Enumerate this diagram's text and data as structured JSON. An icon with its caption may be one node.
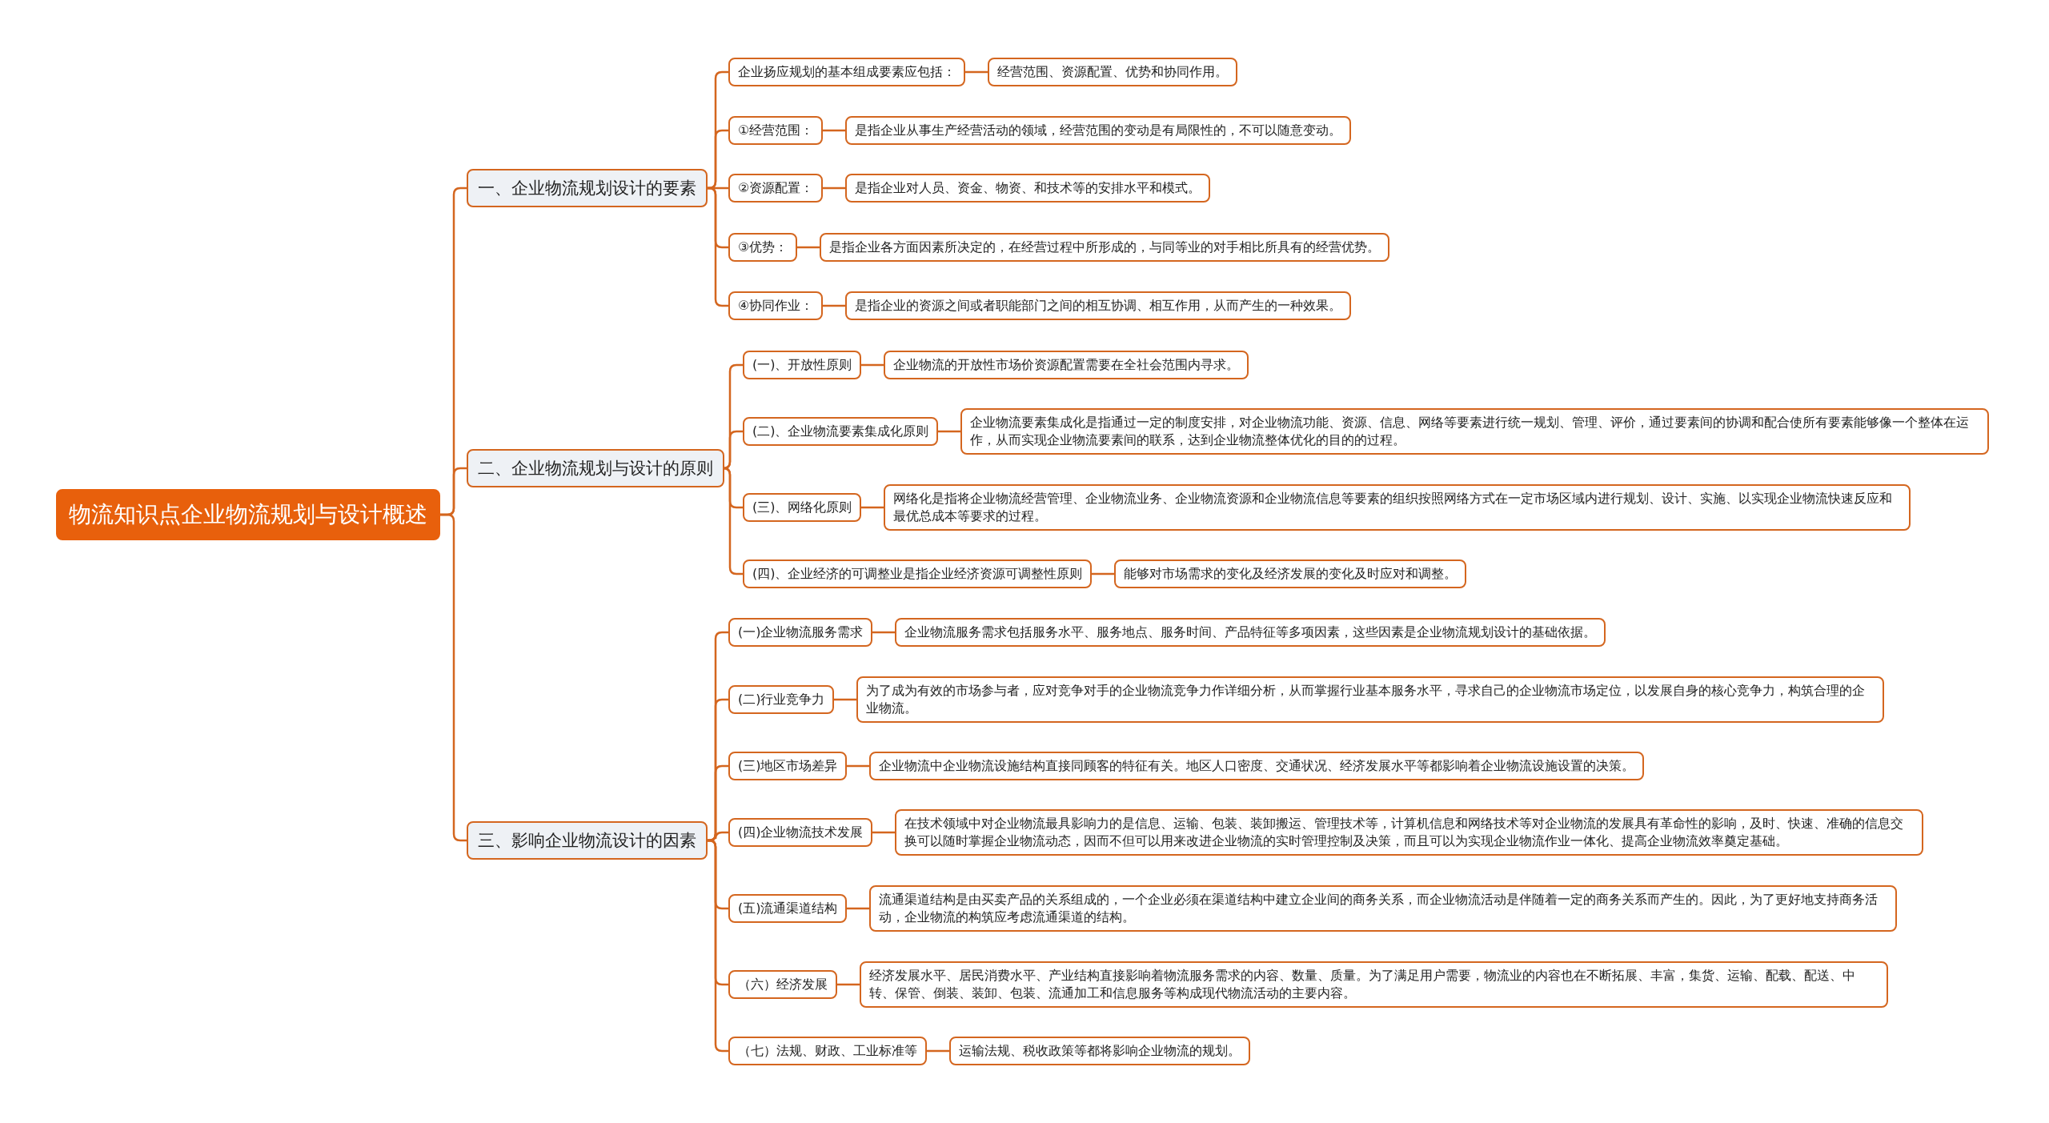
{
  "diagram": {
    "nodes": [
      {
        "text": [
          "物流知识点企业物流规划与设计概述"
        ]
      },
      {
        "text": [
          "一、企业物流规划设计的要素"
        ]
      },
      {
        "text": [
          "企业扬应规划的基本组成要素应包括："
        ]
      },
      {
        "text": [
          "经营范围、资源配置、优势和协同作用。"
        ]
      },
      {
        "text": [
          "①经营范围："
        ]
      },
      {
        "text": [
          "是指企业从事生产经营活动的领域，经营范围的变动是有局限性的，不可以随意变动。"
        ]
      },
      {
        "text": [
          "②资源配置："
        ]
      },
      {
        "text": [
          "是指企业对人员、资金、物资、和技术等的安排水平和模式。"
        ]
      },
      {
        "text": [
          "③优势："
        ]
      },
      {
        "text": [
          "是指企业各方面因素所决定的，在经营过程中所形成的，与同等业的对手相比所具有的经营优势。"
        ]
      },
      {
        "text": [
          "④协同作业："
        ]
      },
      {
        "text": [
          "是指企业的资源之间或者职能部门之间的相互协调、相互作用，从而产生的一种效果。"
        ]
      },
      {
        "text": [
          "二、企业物流规划与设计的原则"
        ]
      },
      {
        "text": [
          "(一)、开放性原则"
        ]
      },
      {
        "text": [
          "企业物流的开放性市场价资源配置需要在全社会范围内寻求。"
        ]
      },
      {
        "text": [
          "(二)、企业物流要素集成化原则"
        ]
      },
      {
        "text": [
          "企业物流要素集成化是指通过一定的制度安排，对企业物流功能、资源、信息、网络等要素进行统一规划、管理、评价，通过要素间的协调和配合使所有要素能够像一个整体在运作，从而实现企业物流要素间的联系，达到企业物流整体优化的目的的过程。"
        ]
      },
      {
        "text": [
          "(三)、网络化原则"
        ]
      },
      {
        "text": [
          "网络化是指将企业物流经营管理、企业物流业务、企业物流资源和企业物流信息等要素的组织按照网络方式在一定市场区域内进行规划、设计、实施、以实现企业物流快速反应和最优总成本等要求的过程。"
        ]
      },
      {
        "text": [
          "(四)、企业经济的可调整业是指企业经济资源可调整性原则"
        ]
      },
      {
        "text": [
          "能够对市场需求的变化及经济发展的变化及时应对和调整。"
        ]
      },
      {
        "text": [
          "三、影响企业物流设计的因素"
        ]
      },
      {
        "text": [
          "(一)企业物流服务需求"
        ]
      },
      {
        "text": [
          "企业物流服务需求包括服务水平、服务地点、服务时间、产品特征等多项因素，这些因素是企业物流规划设计的基础依据。"
        ]
      },
      {
        "text": [
          "(二)行业竞争力"
        ]
      },
      {
        "text": [
          "为了成为有效的市场参与者，应对竞争对手的企业物流竞争力作详细分析，从而掌握行业基本服务水平，寻求自己的企业物流市场定位，以发展自身的核心竞争力，构筑合理的企业物流。"
        ]
      },
      {
        "text": [
          "(三)地区市场差异"
        ]
      },
      {
        "text": [
          "企业物流中企业物流设施结构直接同顾客的特征有关。地区人口密度、交通状况、经济发展水平等都影响着企业物流设施设置的决策。"
        ]
      },
      {
        "text": [
          "(四)企业物流技术发展"
        ]
      },
      {
        "text": [
          "在技术领域中对企业物流最具影响力的是信息、运输、包装、装卸搬运、管理技术等，计算机信息和网络技术等对企业物流的发展具有革命性的影响，及时、快速、准确的信息交换可以随时掌握企业物流动态，因而不但可以用来改进企业物流的实时管理控制及决策，而且可以为实现企业物流作业一体化、提高企业物流效率奠定基础。"
        ]
      },
      {
        "text": [
          "(五)流通渠道结构"
        ]
      },
      {
        "text": [
          "流通渠道结构是由买卖产品的关系组成的，一个企业必须在渠道结构中建立企业间的商务关系，而企业物流活动是伴随着一定的商务关系而产生的。因此，为了更好地支持商务活动，企业物流的构筑应考虑流通渠道的结构。"
        ]
      },
      {
        "text": [
          "（六）经济发展"
        ]
      },
      {
        "text": [
          "经济发展水平、居民消费水平、产业结构直接影响着物流服务需求的内容、数量、质量。为了满足用户需要，物流业的内容也在不断拓展、丰富，集货、运输、配载、配送、中转、保管、倒装、装卸、包装、流通加工和信息服务等构成现代物流活动的主要内容。"
        ]
      },
      {
        "text": [
          "（七）法规、财政、工业标准等"
        ]
      },
      {
        "text": [
          "运输法规、税收政策等都将影响企业物流的规划。"
        ]
      }
    ],
    "edges": [
      {
        "from": 0,
        "to": 1,
        "arrow": "none"
      },
      {
        "from": 0,
        "to": 12,
        "arrow": "none"
      },
      {
        "from": 0,
        "to": 21,
        "arrow": "none"
      },
      {
        "from": 1,
        "to": 2,
        "arrow": "none"
      },
      {
        "from": 2,
        "to": 3,
        "arrow": "none"
      },
      {
        "from": 1,
        "to": 4,
        "arrow": "none"
      },
      {
        "from": 4,
        "to": 5,
        "arrow": "none"
      },
      {
        "from": 1,
        "to": 6,
        "arrow": "none"
      },
      {
        "from": 6,
        "to": 7,
        "arrow": "none"
      },
      {
        "from": 1,
        "to": 8,
        "arrow": "none"
      },
      {
        "from": 8,
        "to": 9,
        "arrow": "none"
      },
      {
        "from": 1,
        "to": 10,
        "arrow": "none"
      },
      {
        "from": 10,
        "to": 11,
        "arrow": "none"
      },
      {
        "from": 12,
        "to": 13,
        "arrow": "none"
      },
      {
        "from": 13,
        "to": 14,
        "arrow": "none"
      },
      {
        "from": 12,
        "to": 15,
        "arrow": "none"
      },
      {
        "from": 15,
        "to": 16,
        "arrow": "none"
      },
      {
        "from": 12,
        "to": 17,
        "arrow": "none"
      },
      {
        "from": 17,
        "to": 18,
        "arrow": "none"
      },
      {
        "from": 12,
        "to": 19,
        "arrow": "none"
      },
      {
        "from": 19,
        "to": 20,
        "arrow": "none"
      },
      {
        "from": 21,
        "to": 22,
        "arrow": "none"
      },
      {
        "from": 22,
        "to": 23,
        "arrow": "none"
      },
      {
        "from": 21,
        "to": 24,
        "arrow": "none"
      },
      {
        "from": 24,
        "to": 25,
        "arrow": "none"
      },
      {
        "from": 21,
        "to": 26,
        "arrow": "none"
      },
      {
        "from": 26,
        "to": 27,
        "arrow": "none"
      },
      {
        "from": 21,
        "to": 28,
        "arrow": "none"
      },
      {
        "from": 28,
        "to": 29,
        "arrow": "none"
      },
      {
        "from": 21,
        "to": 30,
        "arrow": "none"
      },
      {
        "from": 30,
        "to": 31,
        "arrow": "none"
      },
      {
        "from": 21,
        "to": 32,
        "arrow": "none"
      },
      {
        "from": 32,
        "to": 33,
        "arrow": "none"
      },
      {
        "from": 21,
        "to": 34,
        "arrow": "none"
      },
      {
        "from": 34,
        "to": 35,
        "arrow": "none"
      }
    ]
  }
}
